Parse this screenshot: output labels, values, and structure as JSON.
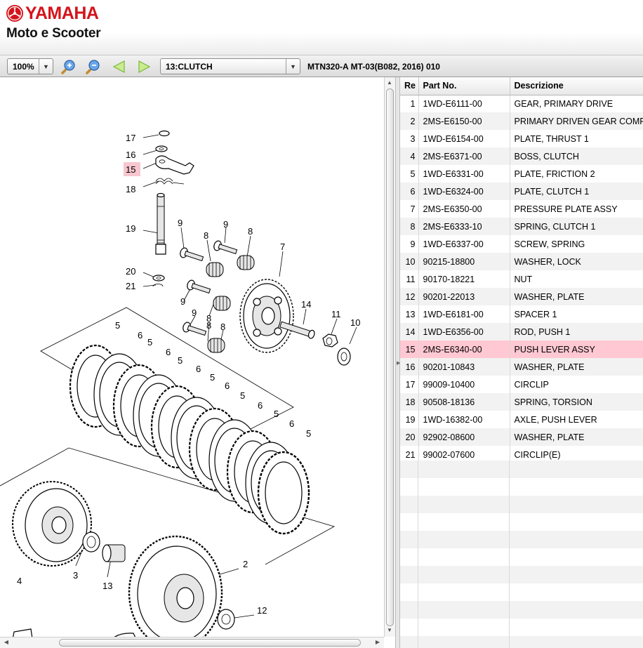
{
  "brand": {
    "logo_text": "YAMAHA",
    "site_subtitle": "Moto e Scooter",
    "brand_color": "#d4141c",
    "logo_icon": "tuning-fork-emblem-icon"
  },
  "toolbar": {
    "zoom_value": "100%",
    "zoom_in_icon": "zoom-in-icon",
    "zoom_out_icon": "zoom-out-icon",
    "prev_icon": "arrow-left-icon",
    "next_icon": "arrow-right-icon",
    "group_value": "13:CLUTCH",
    "model_title": "MTN320-A MT-03(B082, 2016) 010"
  },
  "diagram": {
    "highlight_color": "#f7c6cf",
    "callouts": [
      "17",
      "16",
      "15",
      "18",
      "19",
      "20",
      "21",
      "9",
      "8",
      "9",
      "8",
      "7",
      "9",
      "8",
      "14",
      "11",
      "10",
      "9",
      "8",
      "8",
      "5",
      "6",
      "5",
      "6",
      "5",
      "6",
      "5",
      "6",
      "5",
      "6",
      "5",
      "6",
      "5",
      "4",
      "3",
      "13",
      "2",
      "12"
    ]
  },
  "parts_table": {
    "columns": [
      "Re",
      "Part No.",
      "Descrizione"
    ],
    "highlight_color": "#ffc8d2",
    "selected_ref": "15",
    "rows": [
      {
        "ref": "1",
        "part_no": "1WD-E6111-00",
        "desc": "GEAR, PRIMARY DRIVE"
      },
      {
        "ref": "2",
        "part_no": "2MS-E6150-00",
        "desc": "PRIMARY DRIVEN GEAR COMP."
      },
      {
        "ref": "3",
        "part_no": "1WD-E6154-00",
        "desc": "PLATE, THRUST 1"
      },
      {
        "ref": "4",
        "part_no": "2MS-E6371-00",
        "desc": "BOSS, CLUTCH"
      },
      {
        "ref": "5",
        "part_no": "1WD-E6331-00",
        "desc": "PLATE, FRICTION 2"
      },
      {
        "ref": "6",
        "part_no": "1WD-E6324-00",
        "desc": "PLATE, CLUTCH 1"
      },
      {
        "ref": "7",
        "part_no": "2MS-E6350-00",
        "desc": "PRESSURE PLATE ASSY"
      },
      {
        "ref": "8",
        "part_no": "2MS-E6333-10",
        "desc": "SPRING, CLUTCH 1"
      },
      {
        "ref": "9",
        "part_no": "1WD-E6337-00",
        "desc": "SCREW, SPRING"
      },
      {
        "ref": "10",
        "part_no": "90215-18800",
        "desc": "WASHER, LOCK"
      },
      {
        "ref": "11",
        "part_no": "90170-18221",
        "desc": "NUT"
      },
      {
        "ref": "12",
        "part_no": "90201-22013",
        "desc": "WASHER, PLATE"
      },
      {
        "ref": "13",
        "part_no": "1WD-E6181-00",
        "desc": "SPACER 1"
      },
      {
        "ref": "14",
        "part_no": "1WD-E6356-00",
        "desc": "ROD, PUSH 1"
      },
      {
        "ref": "15",
        "part_no": "2MS-E6340-00",
        "desc": "PUSH LEVER ASSY"
      },
      {
        "ref": "16",
        "part_no": "90201-10843",
        "desc": "WASHER, PLATE"
      },
      {
        "ref": "17",
        "part_no": "99009-10400",
        "desc": "CIRCLIP"
      },
      {
        "ref": "18",
        "part_no": "90508-18136",
        "desc": "SPRING, TORSION"
      },
      {
        "ref": "19",
        "part_no": "1WD-16382-00",
        "desc": "AXLE, PUSH LEVER"
      },
      {
        "ref": "20",
        "part_no": "92902-08600",
        "desc": "WASHER, PLATE"
      },
      {
        "ref": "21",
        "part_no": "99002-07600",
        "desc": "CIRCLIP(E)"
      }
    ]
  }
}
